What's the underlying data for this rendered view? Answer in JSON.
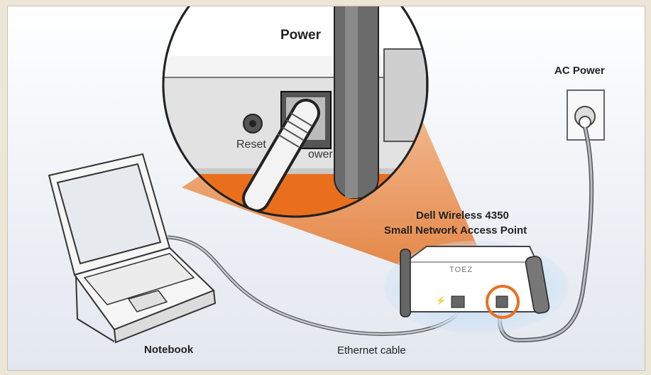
{
  "labels": {
    "power_zoom": "Power",
    "reset": "Reset",
    "power_port_partial": "ower",
    "ac_power": "AC Power",
    "device_line1": "Dell Wireless 4350",
    "device_line2": "Small Network Access Point",
    "notebook": "Notebook",
    "ethernet_cable": "Ethernet cable",
    "device_front_badge": "TOEZ",
    "port_mark": "⚡"
  },
  "colors": {
    "highlight_orange": "#e8711e",
    "cable_gray": "#a7aeb6",
    "device_glow": "#bcd6f0"
  }
}
